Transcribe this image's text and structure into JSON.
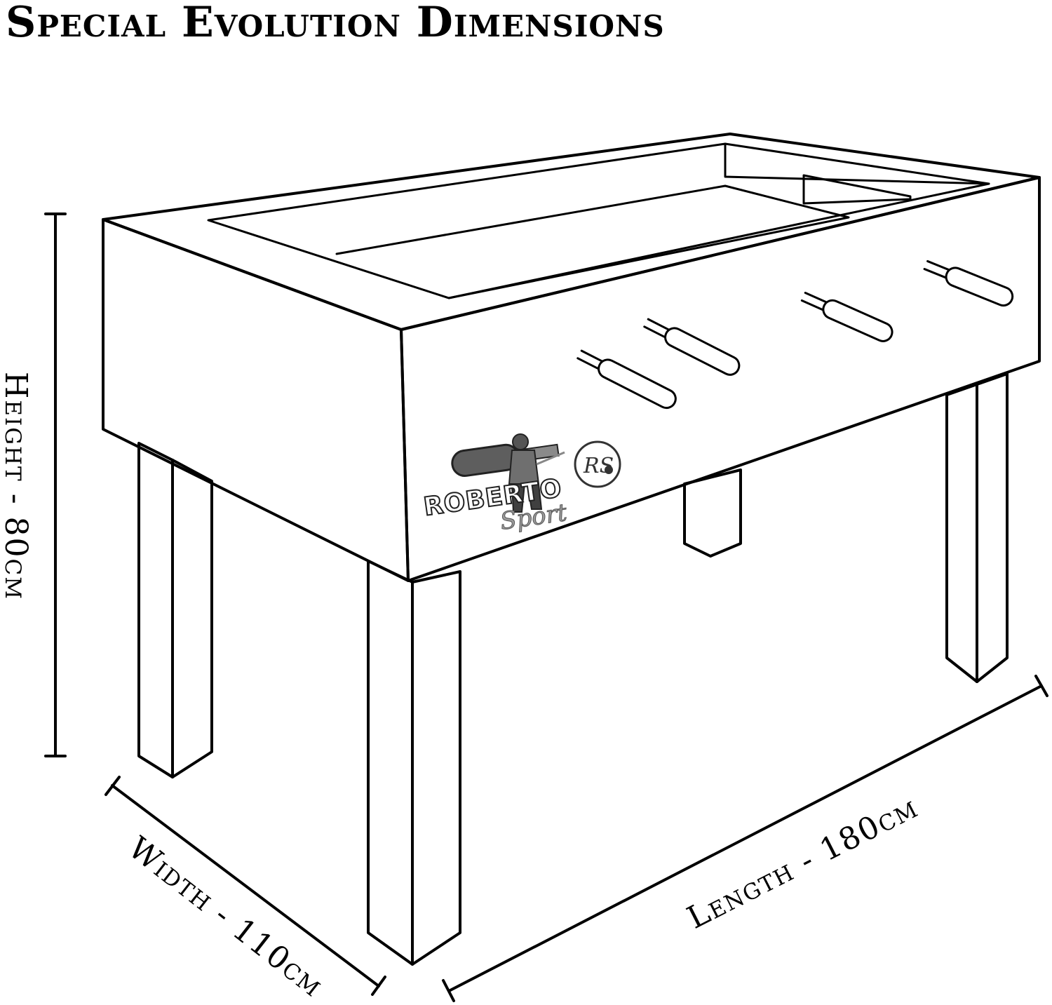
{
  "title": "Special Evolution Dimensions",
  "dimensions": {
    "height": "Height - 80cm",
    "width": "Width - 110cm",
    "length": "Length - 180cm"
  },
  "logo": {
    "brand": "ROBERTO",
    "script": "Sport",
    "mark": "RS"
  },
  "colors": {
    "ink": "#000000",
    "background": "#ffffff"
  }
}
